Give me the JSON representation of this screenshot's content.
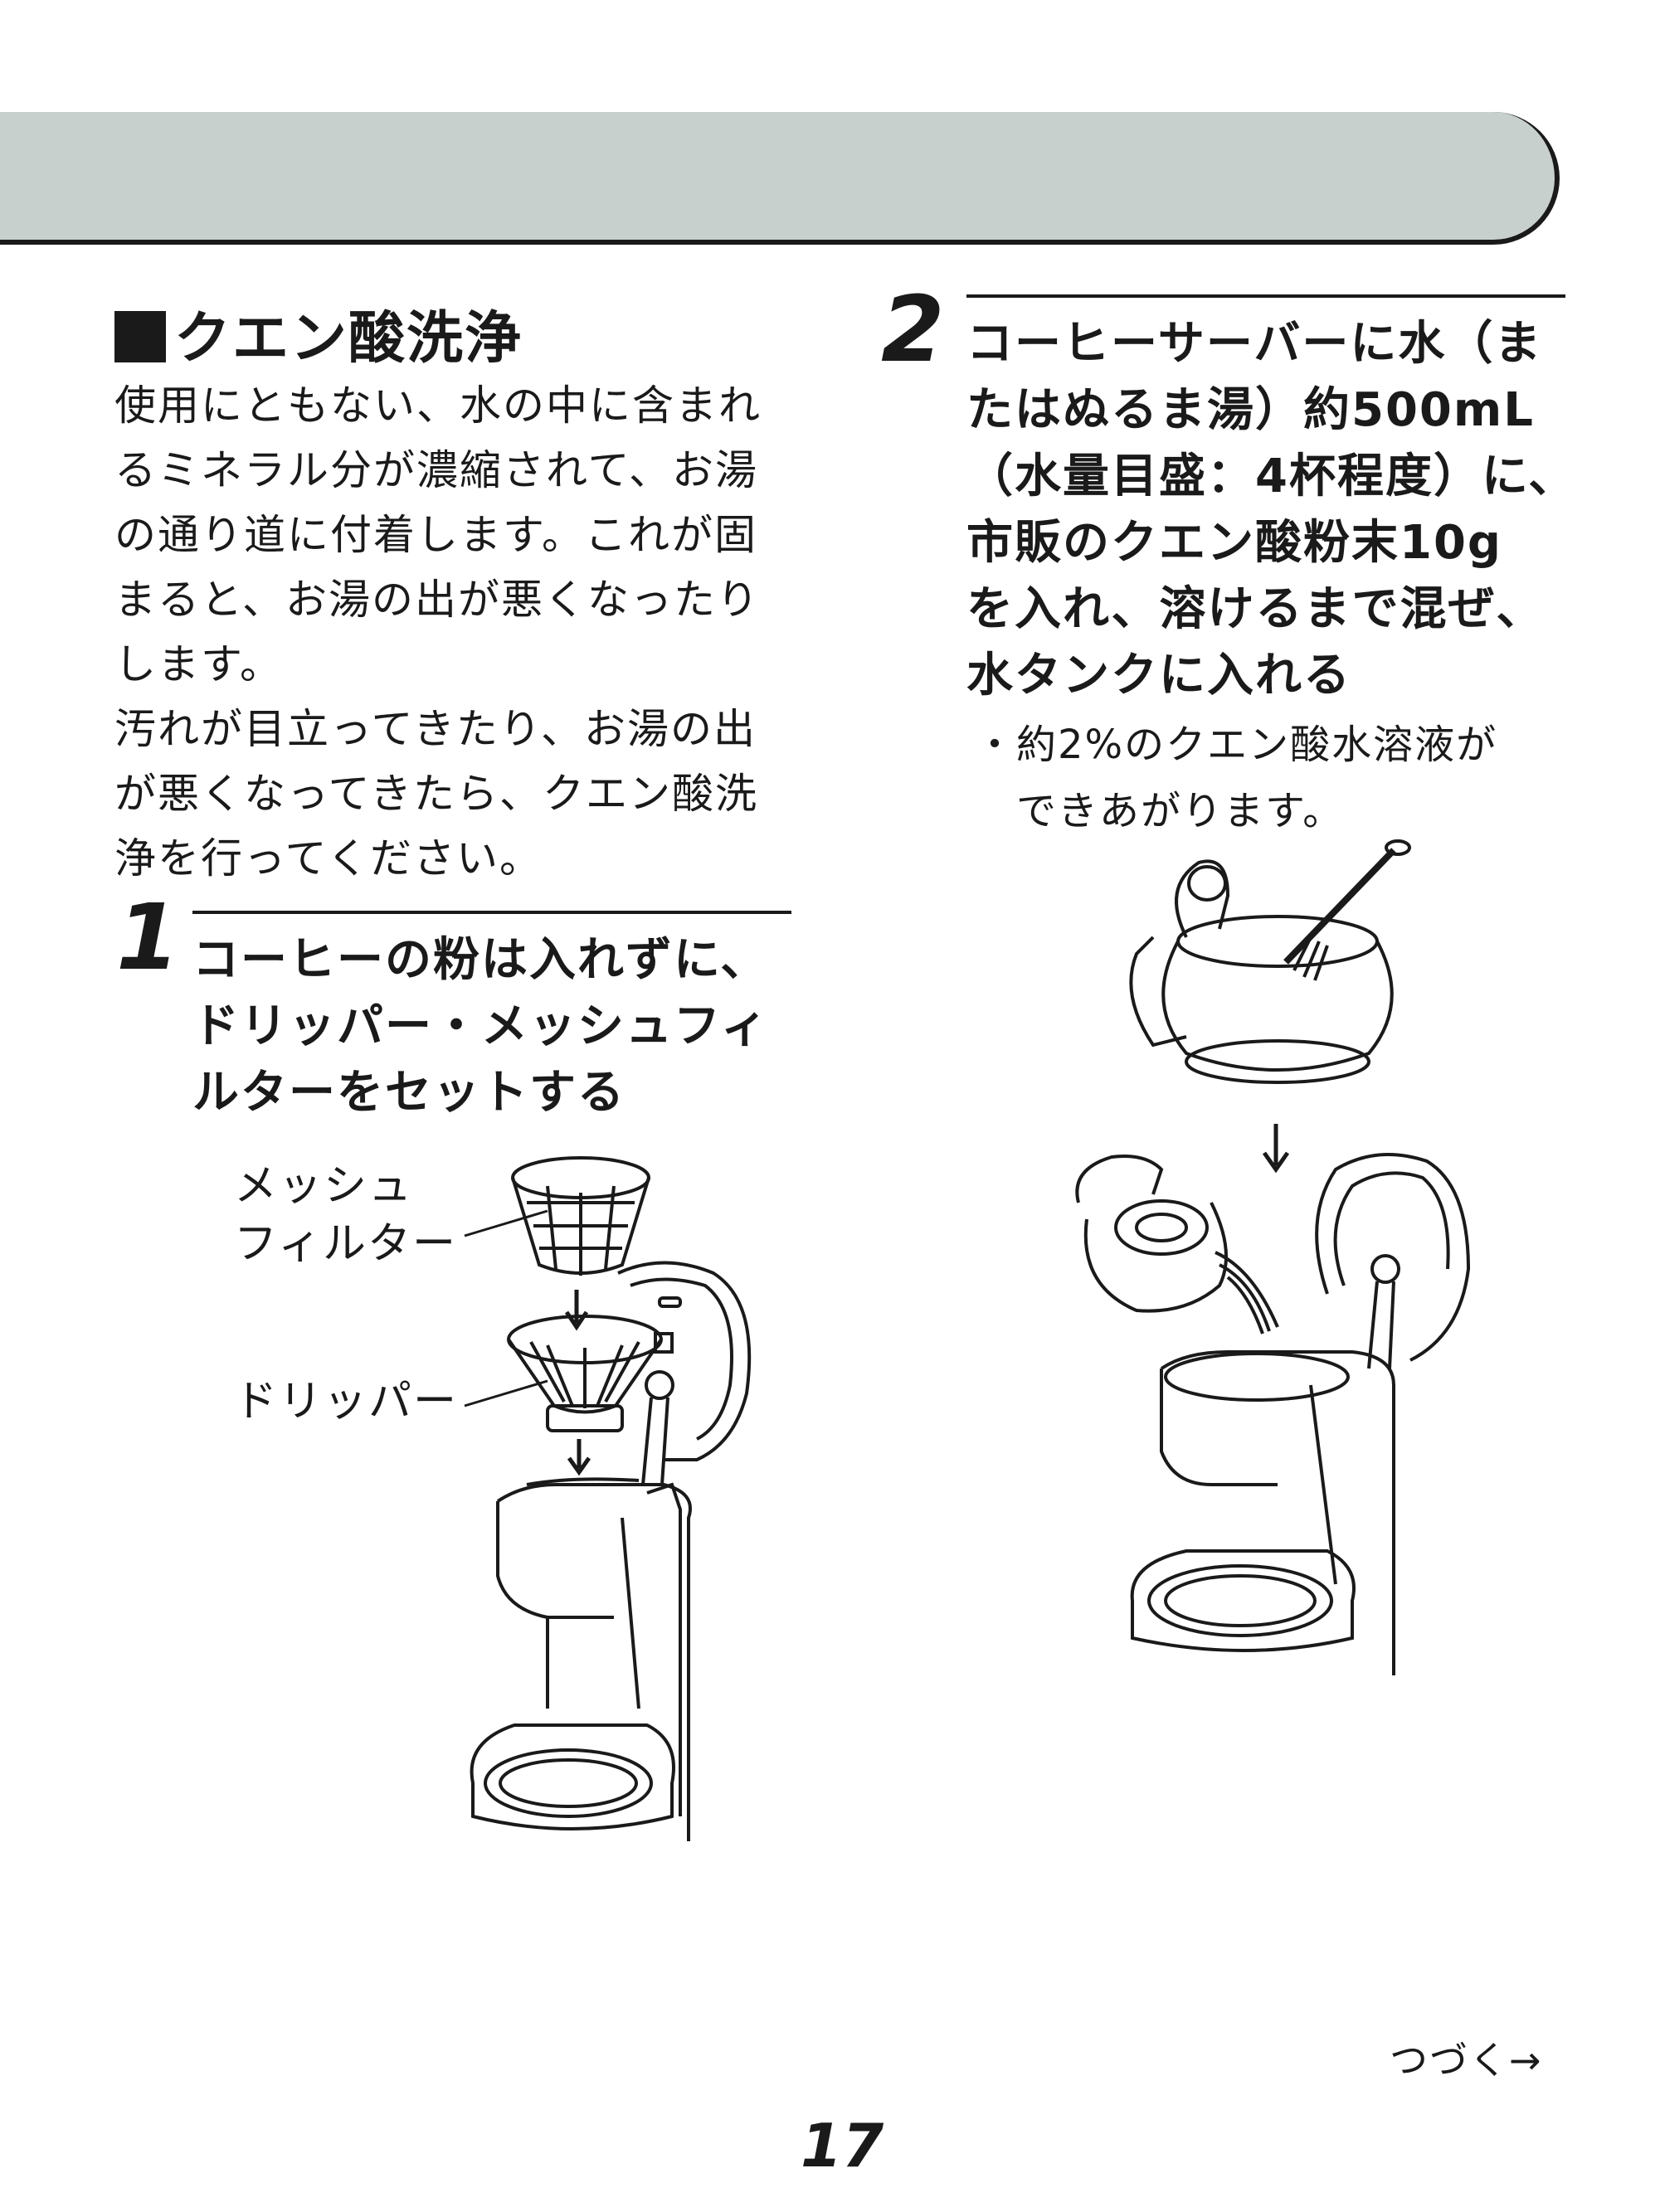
{
  "section": {
    "title": "クエン酸洗浄",
    "intro": [
      "使用にともない、水の中に含まれ",
      "るミネラル分が濃縮されて、お湯",
      "の通り道に付着します。これが固",
      "まると、お湯の出が悪くなったり",
      "します。",
      "汚れが目立ってきたり、お湯の出",
      "が悪くなってきたら、クエン酸洗",
      "浄を行ってください。"
    ]
  },
  "steps": [
    {
      "number": "1",
      "lines": [
        "コーヒーの粉は入れずに、",
        "ドリッパー・メッシュフィ",
        "ルターをセットする"
      ],
      "labels": {
        "mesh_filter": [
          "メッシュ",
          "フィルター"
        ],
        "dripper": "ドリッパー"
      }
    },
    {
      "number": "2",
      "lines": [
        "コーヒーサーバーに水（ま",
        "たはぬるま湯）約500mL",
        "（水量目盛：4杯程度）に、",
        "市販のクエン酸粉末10g",
        "を入れ、溶けるまで混ぜ、",
        "水タンクに入れる"
      ],
      "bullet": [
        "・約2%のクエン酸水溶液が",
        "　できあがります。"
      ]
    }
  ],
  "footer": {
    "continue": "つづく→",
    "page_number": "17"
  }
}
